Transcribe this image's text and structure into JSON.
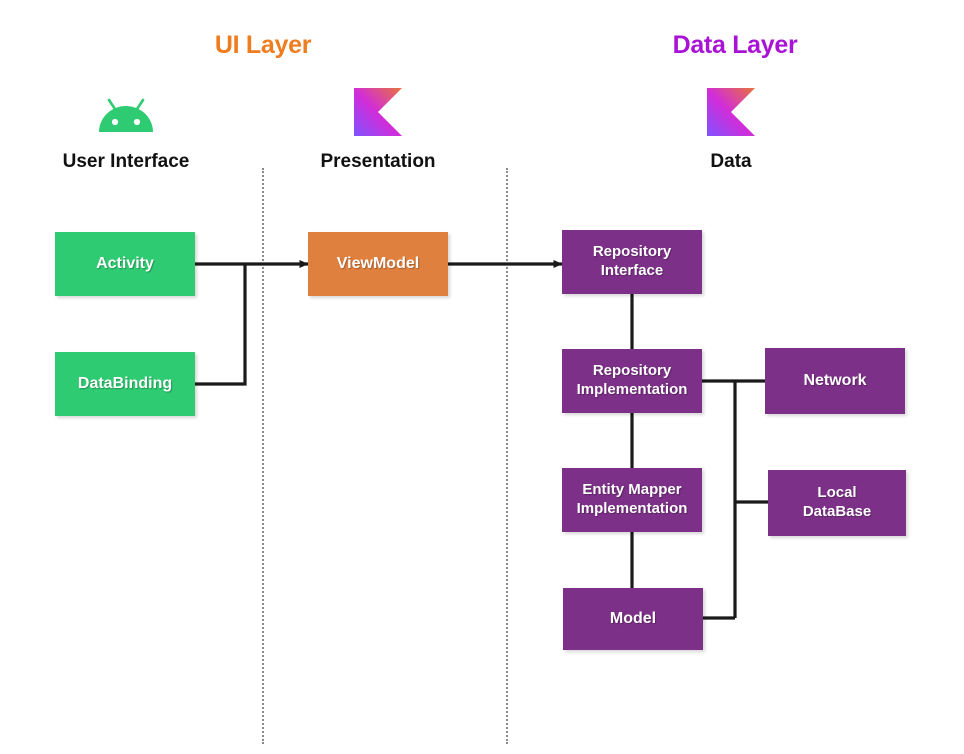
{
  "diagram": {
    "title_ui_layer": "UI Layer",
    "title_data_layer": "Data Layer",
    "background": "#ffffff",
    "colors": {
      "ui_layer_heading": "#EE7D20",
      "data_layer_heading": "#A913D6",
      "ui_node": "#2FCB72",
      "presentation_node": "#E0803F",
      "data_node": "#7D3088",
      "connector": "#1a1a1a",
      "divider": "#8a8a8a",
      "android_green": "#2FCB72",
      "kotlin_gradient_start": "#7F52FF",
      "kotlin_gradient_mid": "#E24DE2",
      "kotlin_gradient_end": "#E8743B"
    }
  },
  "columns": [
    {
      "key": "user_interface",
      "label": "User Interface",
      "icon": "android-icon"
    },
    {
      "key": "presentation",
      "label": "Presentation",
      "icon": "kotlin-icon"
    },
    {
      "key": "data",
      "label": "Data",
      "icon": "kotlin-icon"
    }
  ],
  "nodes": {
    "activity": {
      "label": "Activity",
      "group": "ui"
    },
    "databinding": {
      "label": "DataBinding",
      "group": "ui"
    },
    "viewmodel": {
      "label": "ViewModel",
      "group": "presentation"
    },
    "repository_interface": {
      "label": "Repository\nInterface",
      "group": "data"
    },
    "repository_implementation": {
      "label": "Repository\nImplementation",
      "group": "data"
    },
    "entity_mapper_implementation": {
      "label": "Entity Mapper\nImplementation",
      "group": "data"
    },
    "model": {
      "label": "Model",
      "group": "data"
    },
    "network": {
      "label": "Network",
      "group": "data"
    },
    "local_database": {
      "label": "Local\nDataBase",
      "group": "data"
    }
  },
  "edges": [
    {
      "from": "activity",
      "to": "viewmodel",
      "arrow": true
    },
    {
      "from": "databinding",
      "to": "viewmodel",
      "arrow": true
    },
    {
      "from": "viewmodel",
      "to": "repository_interface",
      "arrow": true
    },
    {
      "from": "repository_interface",
      "to": "repository_implementation",
      "arrow": false
    },
    {
      "from": "repository_implementation",
      "to": "entity_mapper_implementation",
      "arrow": false
    },
    {
      "from": "entity_mapper_implementation",
      "to": "model",
      "arrow": false
    },
    {
      "from": "repository_implementation",
      "to": "network",
      "arrow": false
    },
    {
      "from": "repository_implementation",
      "to": "local_database",
      "arrow": false
    },
    {
      "from": "model",
      "to": "local_database",
      "arrow": false
    }
  ]
}
